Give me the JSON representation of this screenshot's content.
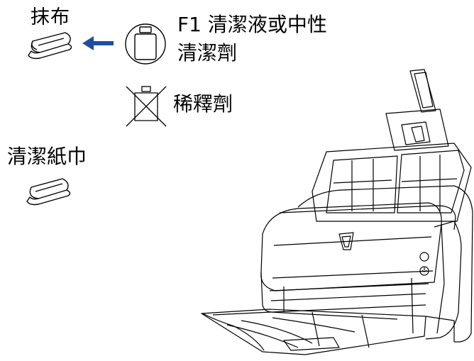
{
  "labels": {
    "cloth": "抹布",
    "cleaner_line1": "F1 清潔液或中性",
    "cleaner_line2": "清潔劑",
    "thinner": "稀釋劑",
    "wipes": "清潔紙巾"
  },
  "colors": {
    "arrow": "#1f4e9c",
    "line": "#000000"
  },
  "icons": [
    "cloth-icon",
    "arrow-left-icon",
    "cleaner-bottle-icon",
    "no-thinner-icon",
    "cleaning-wipes-icon",
    "scanner-illustration"
  ]
}
